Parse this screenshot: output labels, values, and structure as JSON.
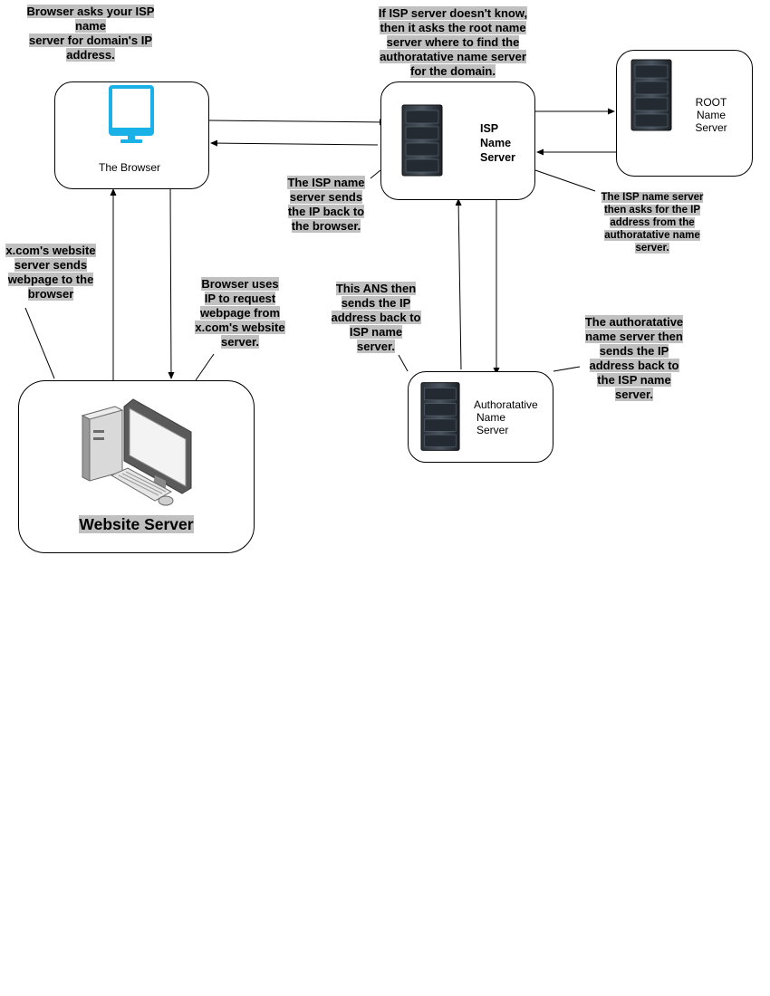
{
  "nodes": {
    "browser": {
      "label": "The Browser",
      "icon": "monitor-icon"
    },
    "isp": {
      "label_lines": [
        "ISP",
        "Name",
        "Server"
      ],
      "icon": "server-rack-icon"
    },
    "root": {
      "label_lines": [
        "ROOT",
        "Name",
        "Server"
      ],
      "icon": "server-rack-icon"
    },
    "ans": {
      "label_lines": [
        "Authoratative",
        "Name",
        "Server"
      ],
      "icon": "server-rack-icon"
    },
    "website": {
      "label": "Website Server",
      "icon": "desktop-computer-icon"
    }
  },
  "notes": {
    "browser_asks": [
      "Browser asks your ISP",
      "name",
      "server for domain's IP",
      "address."
    ],
    "isp_asks_root": [
      "If ISP server doesn't know,",
      "then it asks the root name",
      "server where to find the",
      "authoratative name server",
      "for the domain."
    ],
    "isp_sends_back": [
      "The ISP name",
      "server sends",
      "the IP back to",
      "the browser."
    ],
    "isp_asks_ans": [
      "The ISP name server",
      "then asks for the IP",
      "address from the",
      "authoratative name",
      "server."
    ],
    "website_sends": [
      "x.com's website",
      "server sends",
      "webpage to the",
      "browser"
    ],
    "browser_requests": [
      "Browser uses",
      "IP to request",
      "webpage from",
      "x.com's website",
      "server."
    ],
    "ans_sends_back": [
      "This ANS then",
      "sends the IP",
      "address back to",
      "ISP name",
      "server."
    ],
    "ans_sends_isp": [
      "The authoratative",
      "name server then",
      "sends the IP",
      "address back to",
      "the ISP name",
      "server."
    ]
  },
  "colors": {
    "monitor": "#1ab0e8",
    "highlight": "#c0c0c0",
    "line": "#000000"
  }
}
